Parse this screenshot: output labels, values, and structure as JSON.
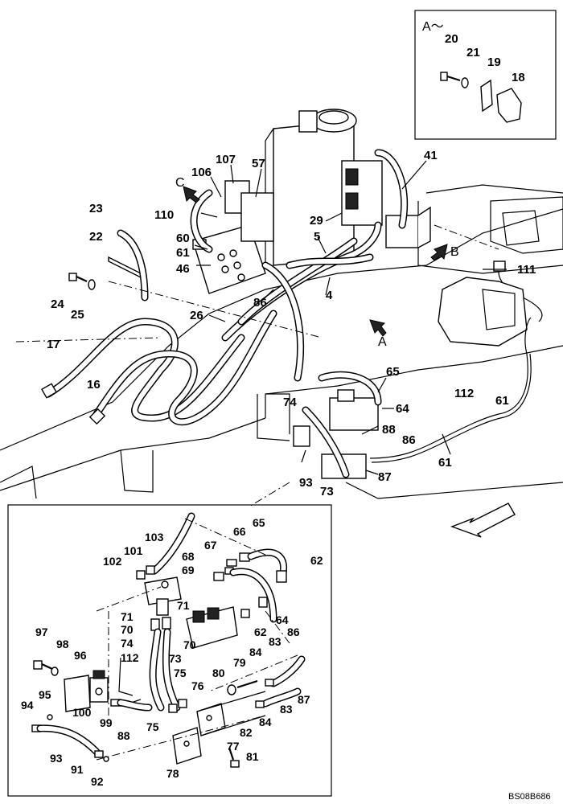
{
  "view_labels": {
    "detail_a": "A～",
    "arrow_a": "A",
    "arrow_b": "B",
    "arrow_c": "C"
  },
  "drawing_code": "BS08B686",
  "main_labels": [
    "20",
    "21",
    "19",
    "18",
    "107",
    "106",
    "57",
    "41",
    "23",
    "110",
    "22",
    "60",
    "61",
    "46",
    "5",
    "29",
    "111",
    "24",
    "25",
    "26",
    "4",
    "86",
    "17",
    "16",
    "65",
    "74",
    "64",
    "112",
    "61",
    "88",
    "86",
    "61",
    "93",
    "73",
    "87"
  ],
  "detail_labels": [
    "103",
    "66",
    "65",
    "101",
    "67",
    "68",
    "62",
    "102",
    "69",
    "71",
    "64",
    "62",
    "71",
    "70",
    "70",
    "97",
    "98",
    "74",
    "73",
    "86",
    "83",
    "84",
    "96",
    "112",
    "75",
    "80",
    "79",
    "95",
    "76",
    "94",
    "100",
    "99",
    "88",
    "75",
    "84",
    "83",
    "87",
    "82",
    "77",
    "81",
    "93",
    "91",
    "92",
    "78"
  ]
}
